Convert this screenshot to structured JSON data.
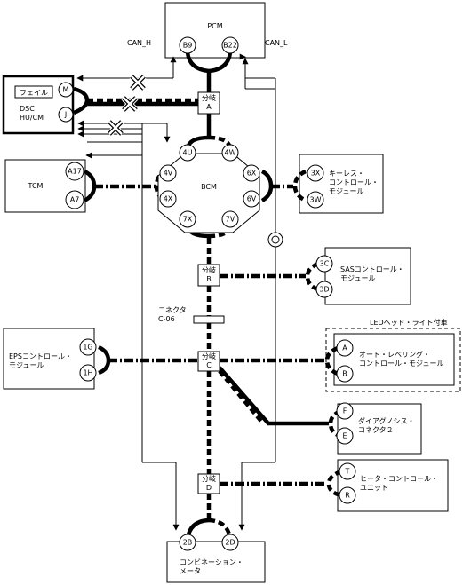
{
  "modules": {
    "pcm": "PCM",
    "dsc": "DSC\nHU/CM",
    "fail": "フェイル",
    "tcm": "TCM",
    "bcm": "BCM",
    "keyless": "キーレス・\nコントロール・\nモジュール",
    "sas": "SASコントロール・\nモジュール",
    "eps": "EPSコントロール・\nモジュール",
    "autolevel": "オート・レベリング・\nコントロール・モジュール",
    "diag": "ダイアグノシス・\nコネクタ２",
    "heater": "ヒータ・コントロール・\nユニット",
    "combi": "コンビネーション・\nメータ"
  },
  "labels": {
    "can_h": "CAN_H",
    "can_l": "CAN_L",
    "led_note": "LEDヘッド・ライト付車",
    "connector": "コネクタ\nC-06"
  },
  "junctions": {
    "a": "分岐\nA",
    "b": "分岐\nB",
    "c": "分岐\nC",
    "d": "分岐\nD"
  },
  "pins": {
    "pcm_1": "B9",
    "pcm_2": "B22",
    "dsc_1": "M",
    "dsc_2": "J",
    "tcm_1": "A17",
    "tcm_2": "A7",
    "bcm_4u": "4U",
    "bcm_4w": "4W",
    "bcm_4v": "4V",
    "bcm_6x": "6X",
    "bcm_4x": "4X",
    "bcm_6v": "6V",
    "bcm_7x": "7X",
    "bcm_7v": "7V",
    "key_1": "3X",
    "key_2": "3W",
    "sas_1": "3C",
    "sas_2": "3D",
    "eps_1": "1G",
    "eps_2": "1H",
    "auto_1": "A",
    "auto_2": "B",
    "diag_1": "F",
    "diag_2": "E",
    "heat_1": "T",
    "heat_2": "R",
    "combi_1": "2B",
    "combi_2": "2D"
  }
}
